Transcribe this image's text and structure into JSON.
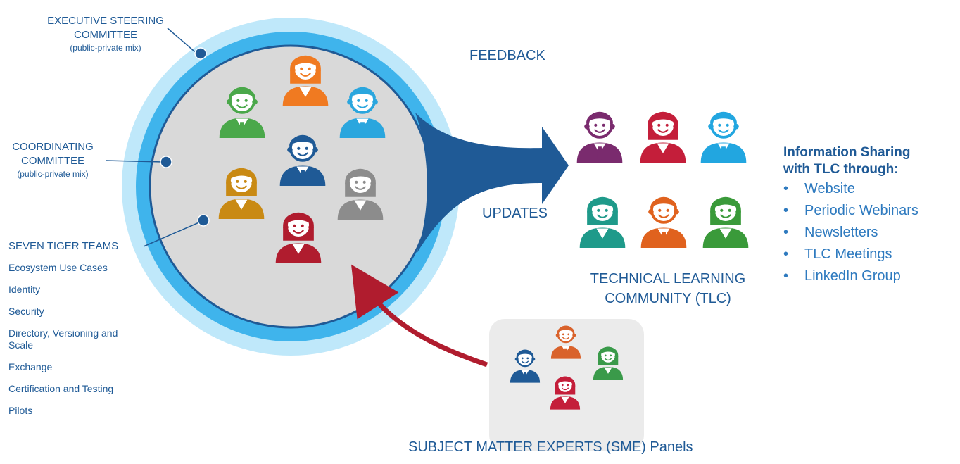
{
  "labels": {
    "exec_line1": "EXECUTIVE STEERING",
    "exec_line2": "COMMITTEE",
    "exec_sub": "(public-private mix)",
    "coord_line1": "COORDINATING",
    "coord_line2": "COMMITTEE",
    "coord_sub": "(public-private mix)",
    "tiger_title": "SEVEN TIGER TEAMS",
    "feedback": "FEEDBACK",
    "updates": "UPDATES",
    "tlc_line1": "TECHNICAL LEARNING",
    "tlc_line2": "COMMUNITY (TLC)",
    "sme": "SUBJECT MATTER EXPERTS (SME) Panels"
  },
  "tiger_teams": [
    "Ecosystem Use Cases",
    "Identity",
    "Security",
    "Directory, Versioning and",
    "Scale",
    "Exchange",
    "Certification and Testing",
    "Pilots"
  ],
  "info": {
    "heading_line1": "Information Sharing",
    "heading_line2": "with TLC through:",
    "items": [
      "Website",
      "Periodic Webinars",
      "Newsletters",
      "TLC Meetings",
      "LinkedIn Group"
    ]
  },
  "people": {
    "inner_circle": [
      {
        "gender": "female",
        "color": "#f07a21"
      },
      {
        "gender": "male",
        "color": "#4aa84a"
      },
      {
        "gender": "male",
        "color": "#2aa6de"
      },
      {
        "gender": "male",
        "color": "#1f5a96"
      },
      {
        "gender": "female",
        "color": "#c98a14"
      },
      {
        "gender": "female",
        "color": "#8c8c8c"
      },
      {
        "gender": "female",
        "color": "#b01c2e"
      }
    ],
    "tlc": [
      {
        "gender": "male",
        "color": "#7a2b6e"
      },
      {
        "gender": "female",
        "color": "#c41e3a"
      },
      {
        "gender": "male",
        "color": "#22a6e0"
      },
      {
        "gender": "female",
        "color": "#1f9a8a"
      },
      {
        "gender": "male",
        "color": "#e0621e"
      },
      {
        "gender": "female",
        "color": "#3a9a3a"
      }
    ],
    "sme": [
      {
        "gender": "male",
        "color": "#1f5a96"
      },
      {
        "gender": "male",
        "color": "#d9622b"
      },
      {
        "gender": "female",
        "color": "#3a9a4a"
      },
      {
        "gender": "female",
        "color": "#c41e3a"
      }
    ]
  },
  "colors": {
    "ring_outer": "#bfe8fa",
    "ring_mid": "#3fb4ec",
    "ring_line": "#1f5a96",
    "core": "#d9d9d9",
    "arrow_blue": "#1f5a96",
    "arrow_red": "#b01c2e",
    "sme_box": "#ebebeb",
    "text": "#1f5a96"
  }
}
